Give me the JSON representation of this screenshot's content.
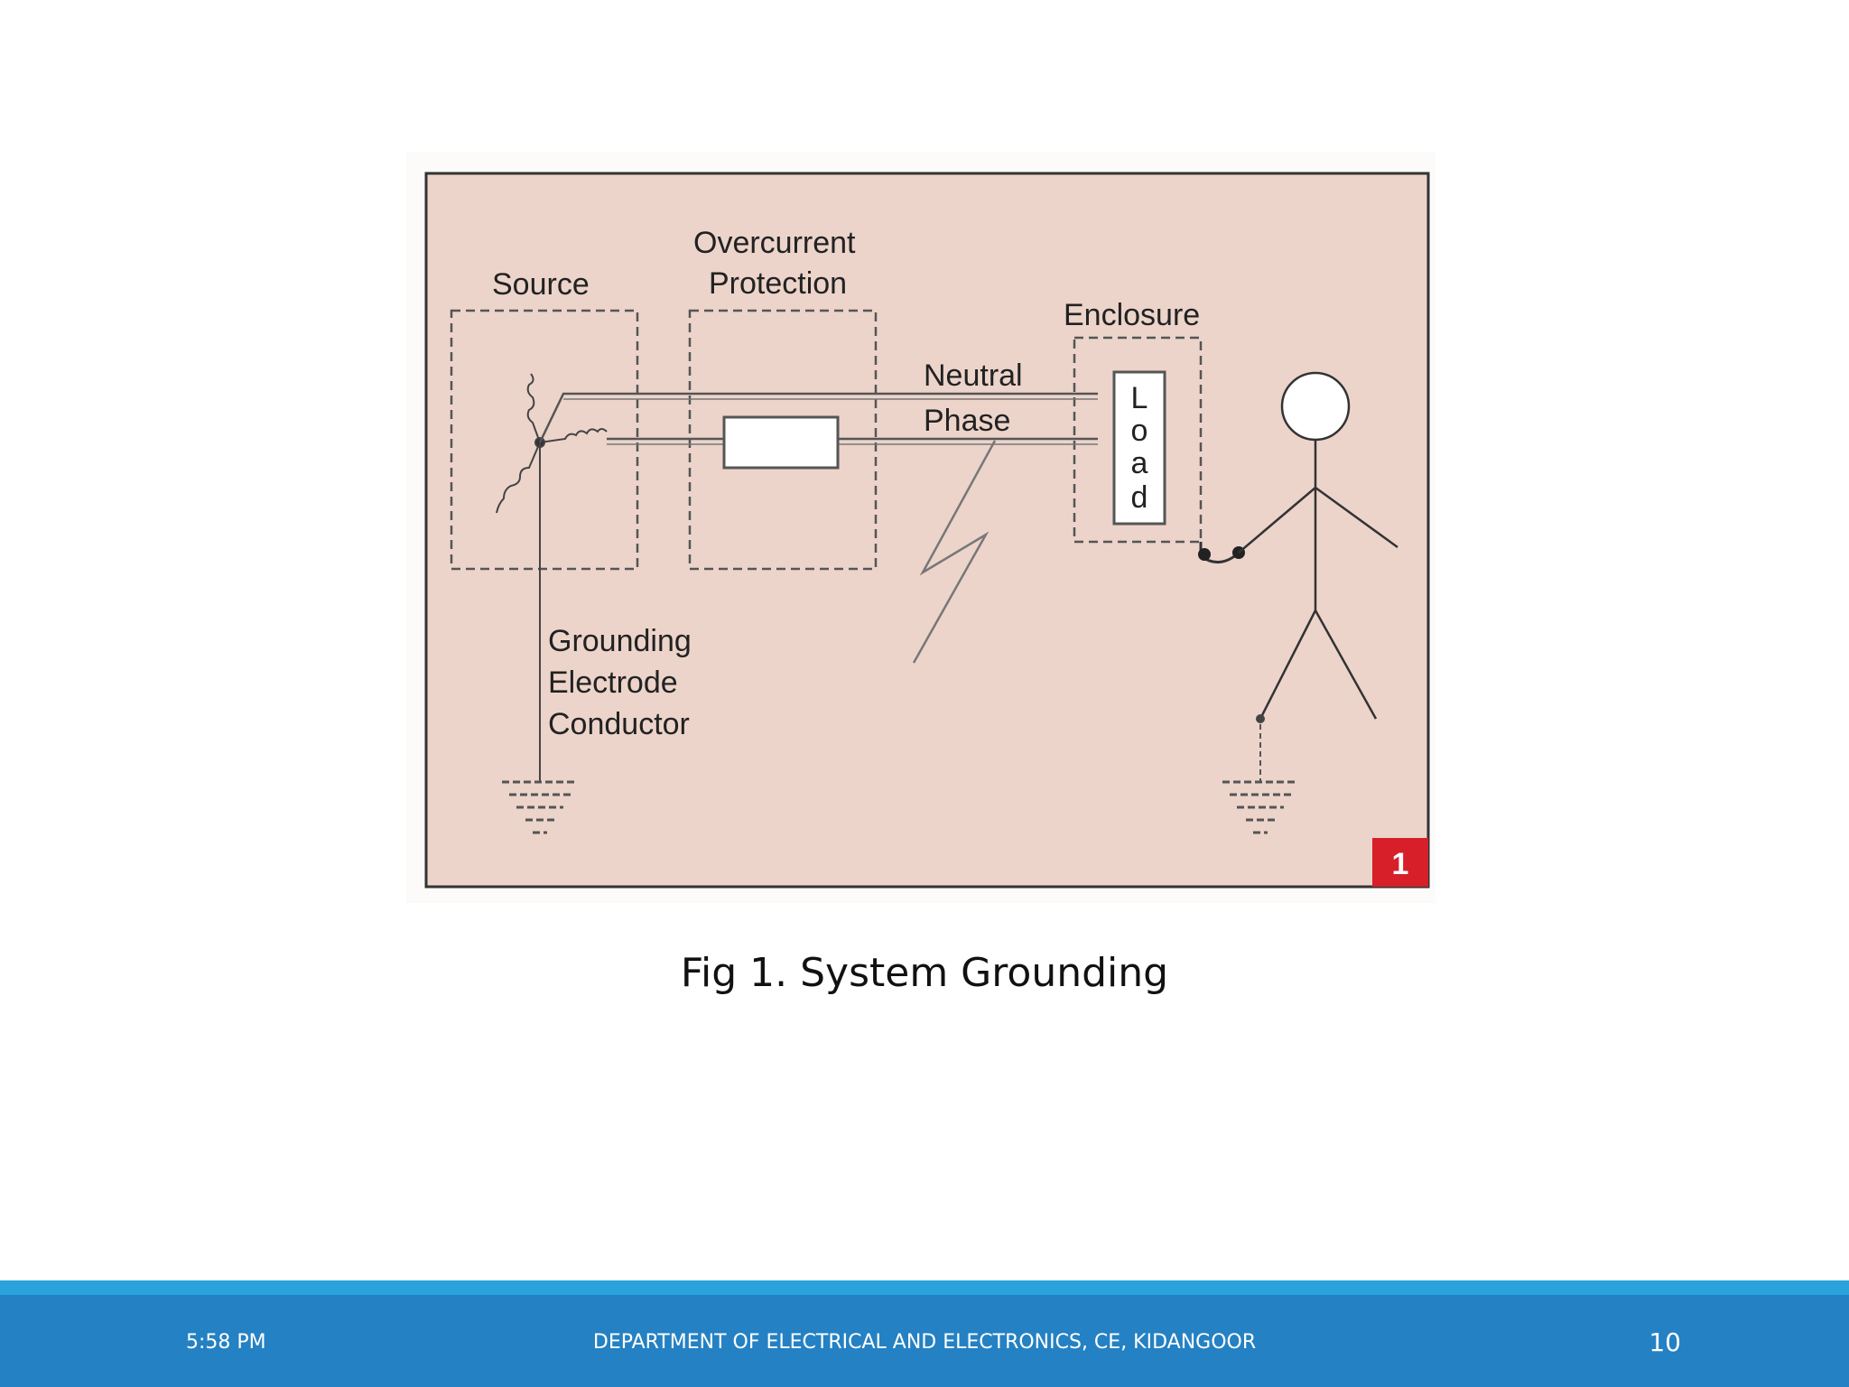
{
  "diagram": {
    "labels": {
      "source": "Source",
      "overcurrent_line1": "Overcurrent",
      "overcurrent_line2": "Protection",
      "enclosure": "Enclosure",
      "neutral": "Neutral",
      "phase": "Phase",
      "load_letters": [
        "L",
        "o",
        "a",
        "d"
      ],
      "grounding_line1": "Grounding",
      "grounding_line2": "Electrode",
      "grounding_line3": "Conductor",
      "figure_number": "1"
    },
    "colors": {
      "panel_background": "#ecd4cb",
      "line": "#444444",
      "badge": "#d71f2a"
    }
  },
  "caption": "Fig 1. System Grounding",
  "footer": {
    "time": "5:58 PM",
    "department": "DEPARTMENT OF ELECTRICAL AND ELECTRONICS, CE, KIDANGOOR",
    "page_number": "10"
  }
}
